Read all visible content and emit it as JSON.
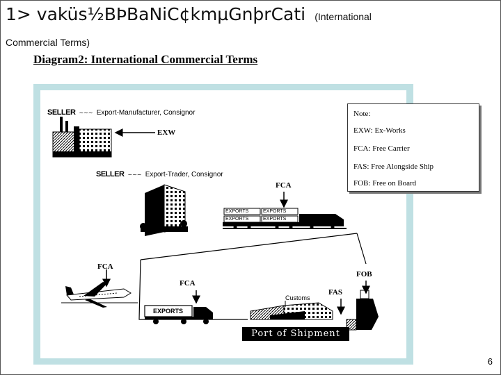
{
  "slide": {
    "title": "1> vaküs½BÞBaNiC¢kmµGnþrCati",
    "title_paren": "(International",
    "title_paren_cont": "Commercial Terms)",
    "diagram_heading": "Diagram2:  International Commercial Terms",
    "page_number": "6"
  },
  "diagram": {
    "seller_1": "SELLER",
    "seller_1_role": "Export-Manufacturer, Consignor",
    "seller_2": "SELLER",
    "seller_2_role": "Export-Trader, Consignor",
    "dash": "~~~",
    "terms": {
      "exw": "EXW",
      "fca_rail": "FCA",
      "fca_air": "FCA",
      "fca_road": "FCA",
      "fas": "FAS",
      "fob": "FOB"
    },
    "wagon_labels": [
      "EXPORTS",
      "EXPORTS",
      "EXPORTS",
      "EXPORTS"
    ],
    "truck_label": "EXPORTS",
    "customs": "Customs",
    "port_banner": "Port of Shipment"
  },
  "note": {
    "title": "Note:",
    "lines": [
      "EXW: Ex-Works",
      "FCA: Free Carrier",
      "FAS: Free Alongside Ship",
      "FOB: Free on Board"
    ]
  }
}
